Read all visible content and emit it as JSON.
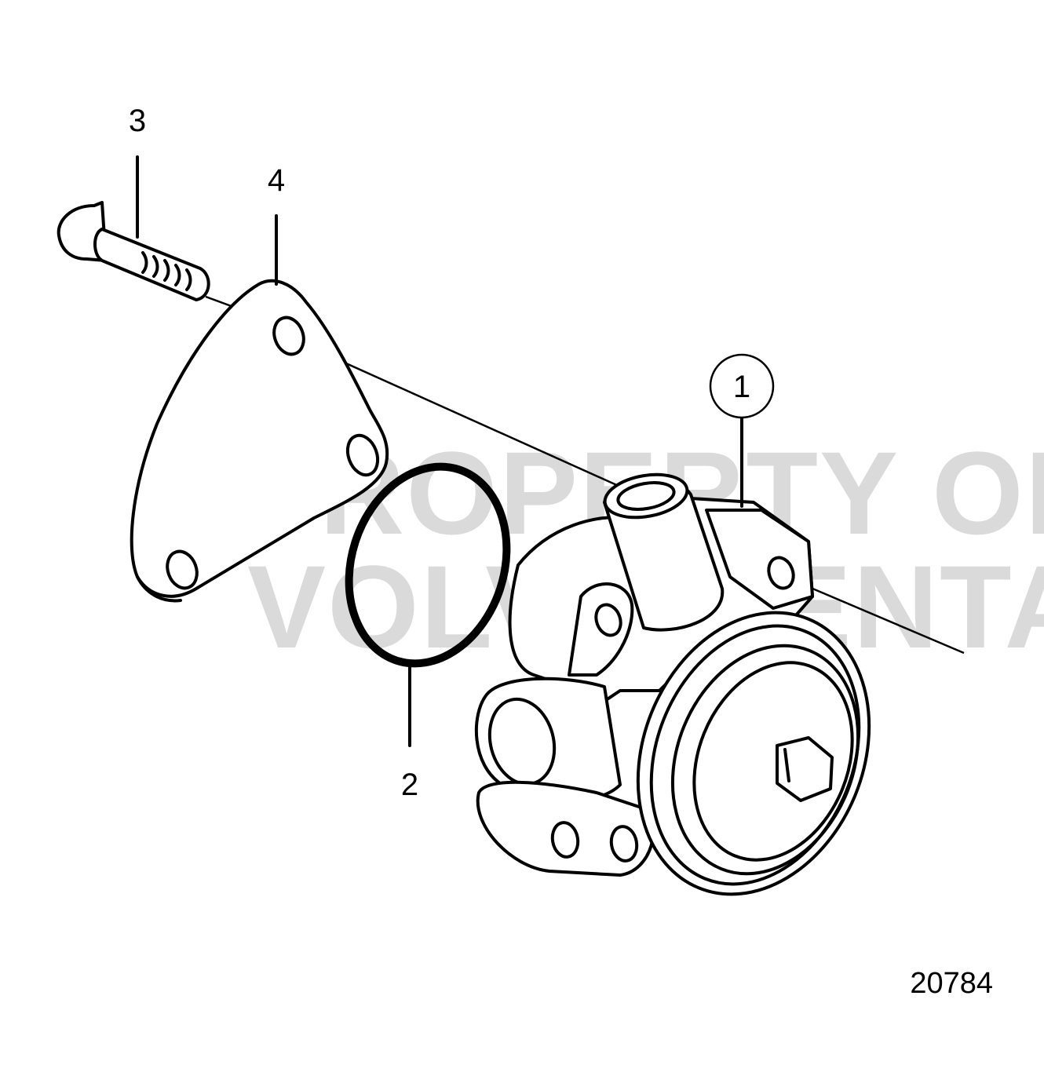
{
  "diagram": {
    "callouts": [
      {
        "id": "1",
        "label": "1",
        "circled": true
      },
      {
        "id": "2",
        "label": "2",
        "circled": false
      },
      {
        "id": "3",
        "label": "3",
        "circled": false
      },
      {
        "id": "4",
        "label": "4",
        "circled": false
      }
    ],
    "figure_number": "20784",
    "watermark": {
      "line1": "PROPERTY OF",
      "line2": "VOLVO PENTA"
    },
    "colors": {
      "line": "#000000",
      "background": "#ffffff",
      "watermark": "#bdbdbd"
    }
  }
}
